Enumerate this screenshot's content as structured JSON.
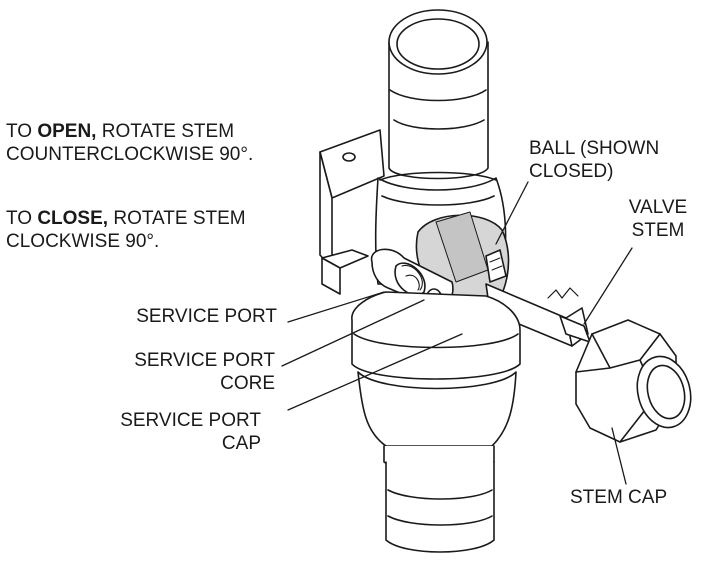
{
  "instructions": {
    "open": {
      "prefix": "TO ",
      "bold": "OPEN,",
      "line1_rest": " ROTATE STEM",
      "line2": "COUNTERCLOCKWISE 90°."
    },
    "close": {
      "prefix": "TO ",
      "bold": "CLOSE,",
      "line1_rest": " ROTATE STEM",
      "line2": "CLOCKWISE 90°."
    }
  },
  "labels": {
    "ball": [
      "BALL (SHOWN",
      "CLOSED)"
    ],
    "valve_stem": [
      "VALVE",
      "STEM"
    ],
    "service_port": "SERVICE PORT",
    "service_port_core": [
      "SERVICE PORT",
      "CORE"
    ],
    "service_port_cap": [
      "SERVICE PORT",
      "CAP"
    ],
    "stem_cap": "STEM CAP"
  },
  "colors": {
    "line": "#1a1a1a",
    "cutaway": "#d6d6d6",
    "background": "#ffffff"
  }
}
